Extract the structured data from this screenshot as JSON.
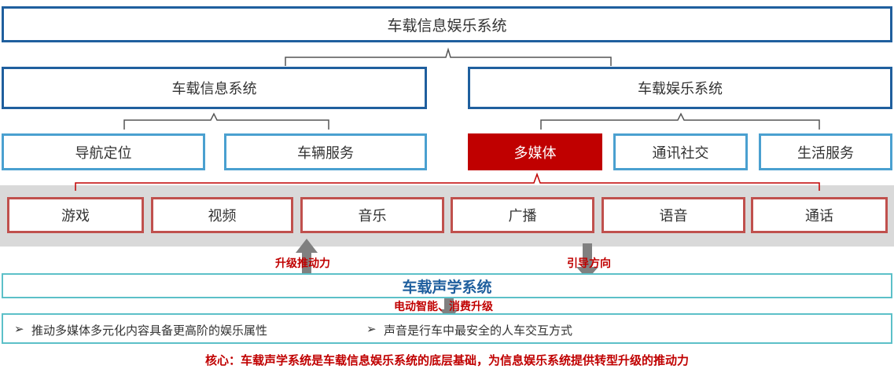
{
  "top": {
    "label": "车载信息娱乐系统"
  },
  "level2": [
    {
      "label": "车载信息系统"
    },
    {
      "label": "车载娱乐系统"
    }
  ],
  "level3": [
    {
      "label": "导航定位"
    },
    {
      "label": "车辆服务"
    },
    {
      "label": "多媒体",
      "highlighted": true
    },
    {
      "label": "通讯社交"
    },
    {
      "label": "生活服务"
    }
  ],
  "level4": [
    {
      "label": "游戏"
    },
    {
      "label": "视频"
    },
    {
      "label": "音乐"
    },
    {
      "label": "广播"
    },
    {
      "label": "语音"
    },
    {
      "label": "通话"
    }
  ],
  "arrows": {
    "up_label": "升级推动力",
    "down_label": "引导方向",
    "bottom_label": "电动智能、消费升级"
  },
  "acoustic": {
    "label": "车载声学系统"
  },
  "bullets": [
    "推动多媒体多元化内容具备更高阶的娱乐属性",
    "声音是行车中最安全的人车交互方式"
  ],
  "core": "核心：车载声学系统是车载信息娱乐系统的底层基础，为信息娱乐系统提供转型升级的推动力",
  "colors": {
    "dark_blue": "#1f5f9e",
    "light_blue": "#4aa0d0",
    "red": "#c00000",
    "leaf_border": "#c0504d",
    "teal": "#5cc0c8",
    "band_gray": "#d9d9d9"
  }
}
